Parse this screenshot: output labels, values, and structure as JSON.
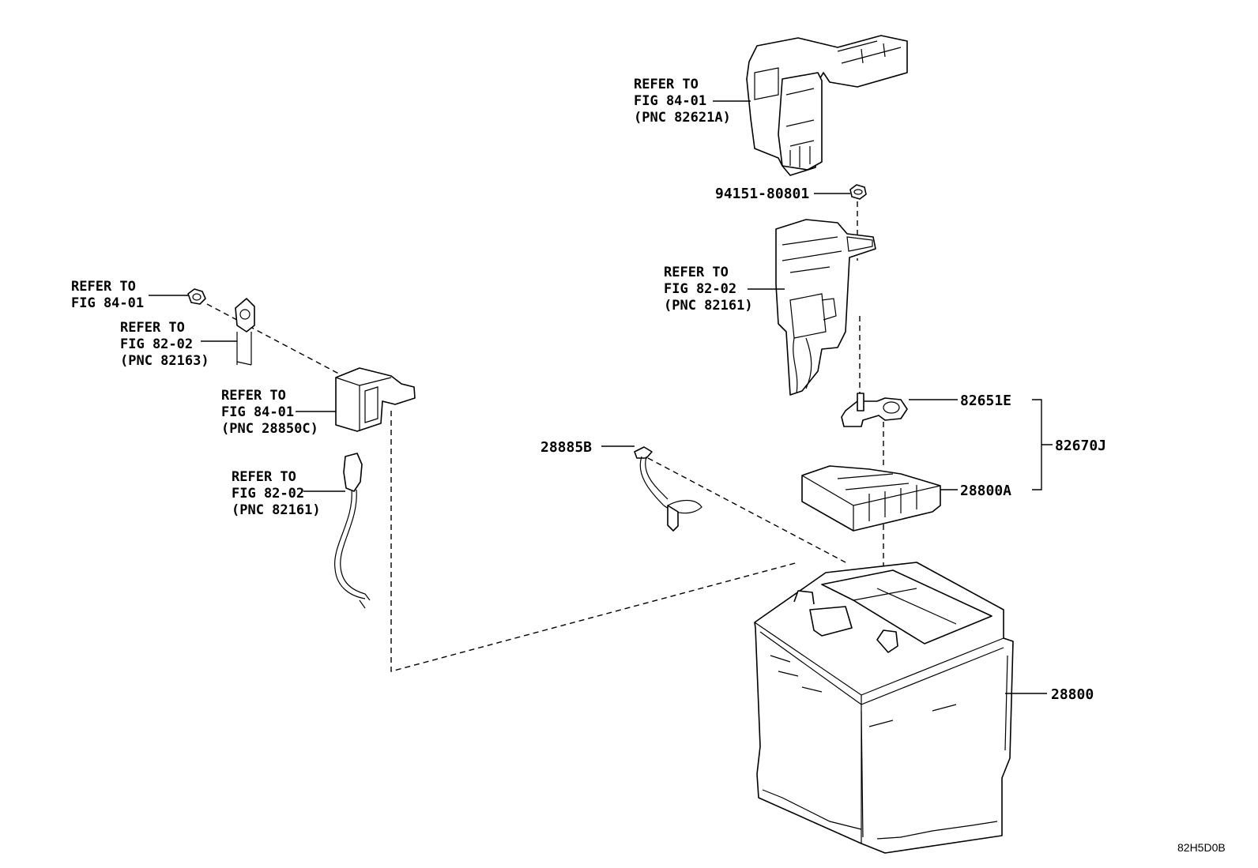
{
  "callouts": {
    "upper_cover": [
      "REFER TO",
      "FIG 84-01",
      "(PNC 82621A)"
    ],
    "nut": "94151-80801",
    "fuse_block": [
      "REFER TO",
      "FIG 82-02",
      "(PNC 82161)"
    ],
    "left_nut": [
      "REFER TO",
      "FIG 84-01"
    ],
    "left_terminal": [
      "REFER TO",
      "FIG 82-02",
      "(PNC 82163)"
    ],
    "neg_cover": [
      "REFER TO",
      "FIG 84-01",
      "(PNC 28850C)"
    ],
    "sensor_wire": [
      "REFER TO",
      "FIG 82-02",
      "(PNC 82161)"
    ]
  },
  "part_numbers": {
    "clamp": "82651E",
    "kit": "82670J",
    "tray": "28800A",
    "cable": "28885B",
    "battery": "28800"
  },
  "figure_ref": "82H5D0B"
}
